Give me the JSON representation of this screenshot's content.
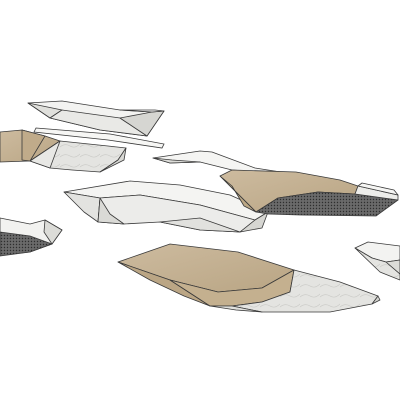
{
  "scene": {
    "background": "#ffffff",
    "palette": {
      "outline": "#3a3a3a",
      "white_top": "#f4f4f2",
      "white_side": "#e2e2df",
      "white_shadow": "#cfcfcb",
      "marble": "#dcdcd8",
      "wood": "#c9b79c",
      "wood_dark": "#b8a383",
      "perforated": "#5a5a5a"
    },
    "objects": [
      "bench-top-left-small",
      "bench-left-wood",
      "strip-center-top",
      "bench-center-white",
      "bench-right-wood-perforated",
      "bench-left-edge-dark",
      "bench-bottom-center-wood",
      "bench-right-small-white"
    ]
  }
}
